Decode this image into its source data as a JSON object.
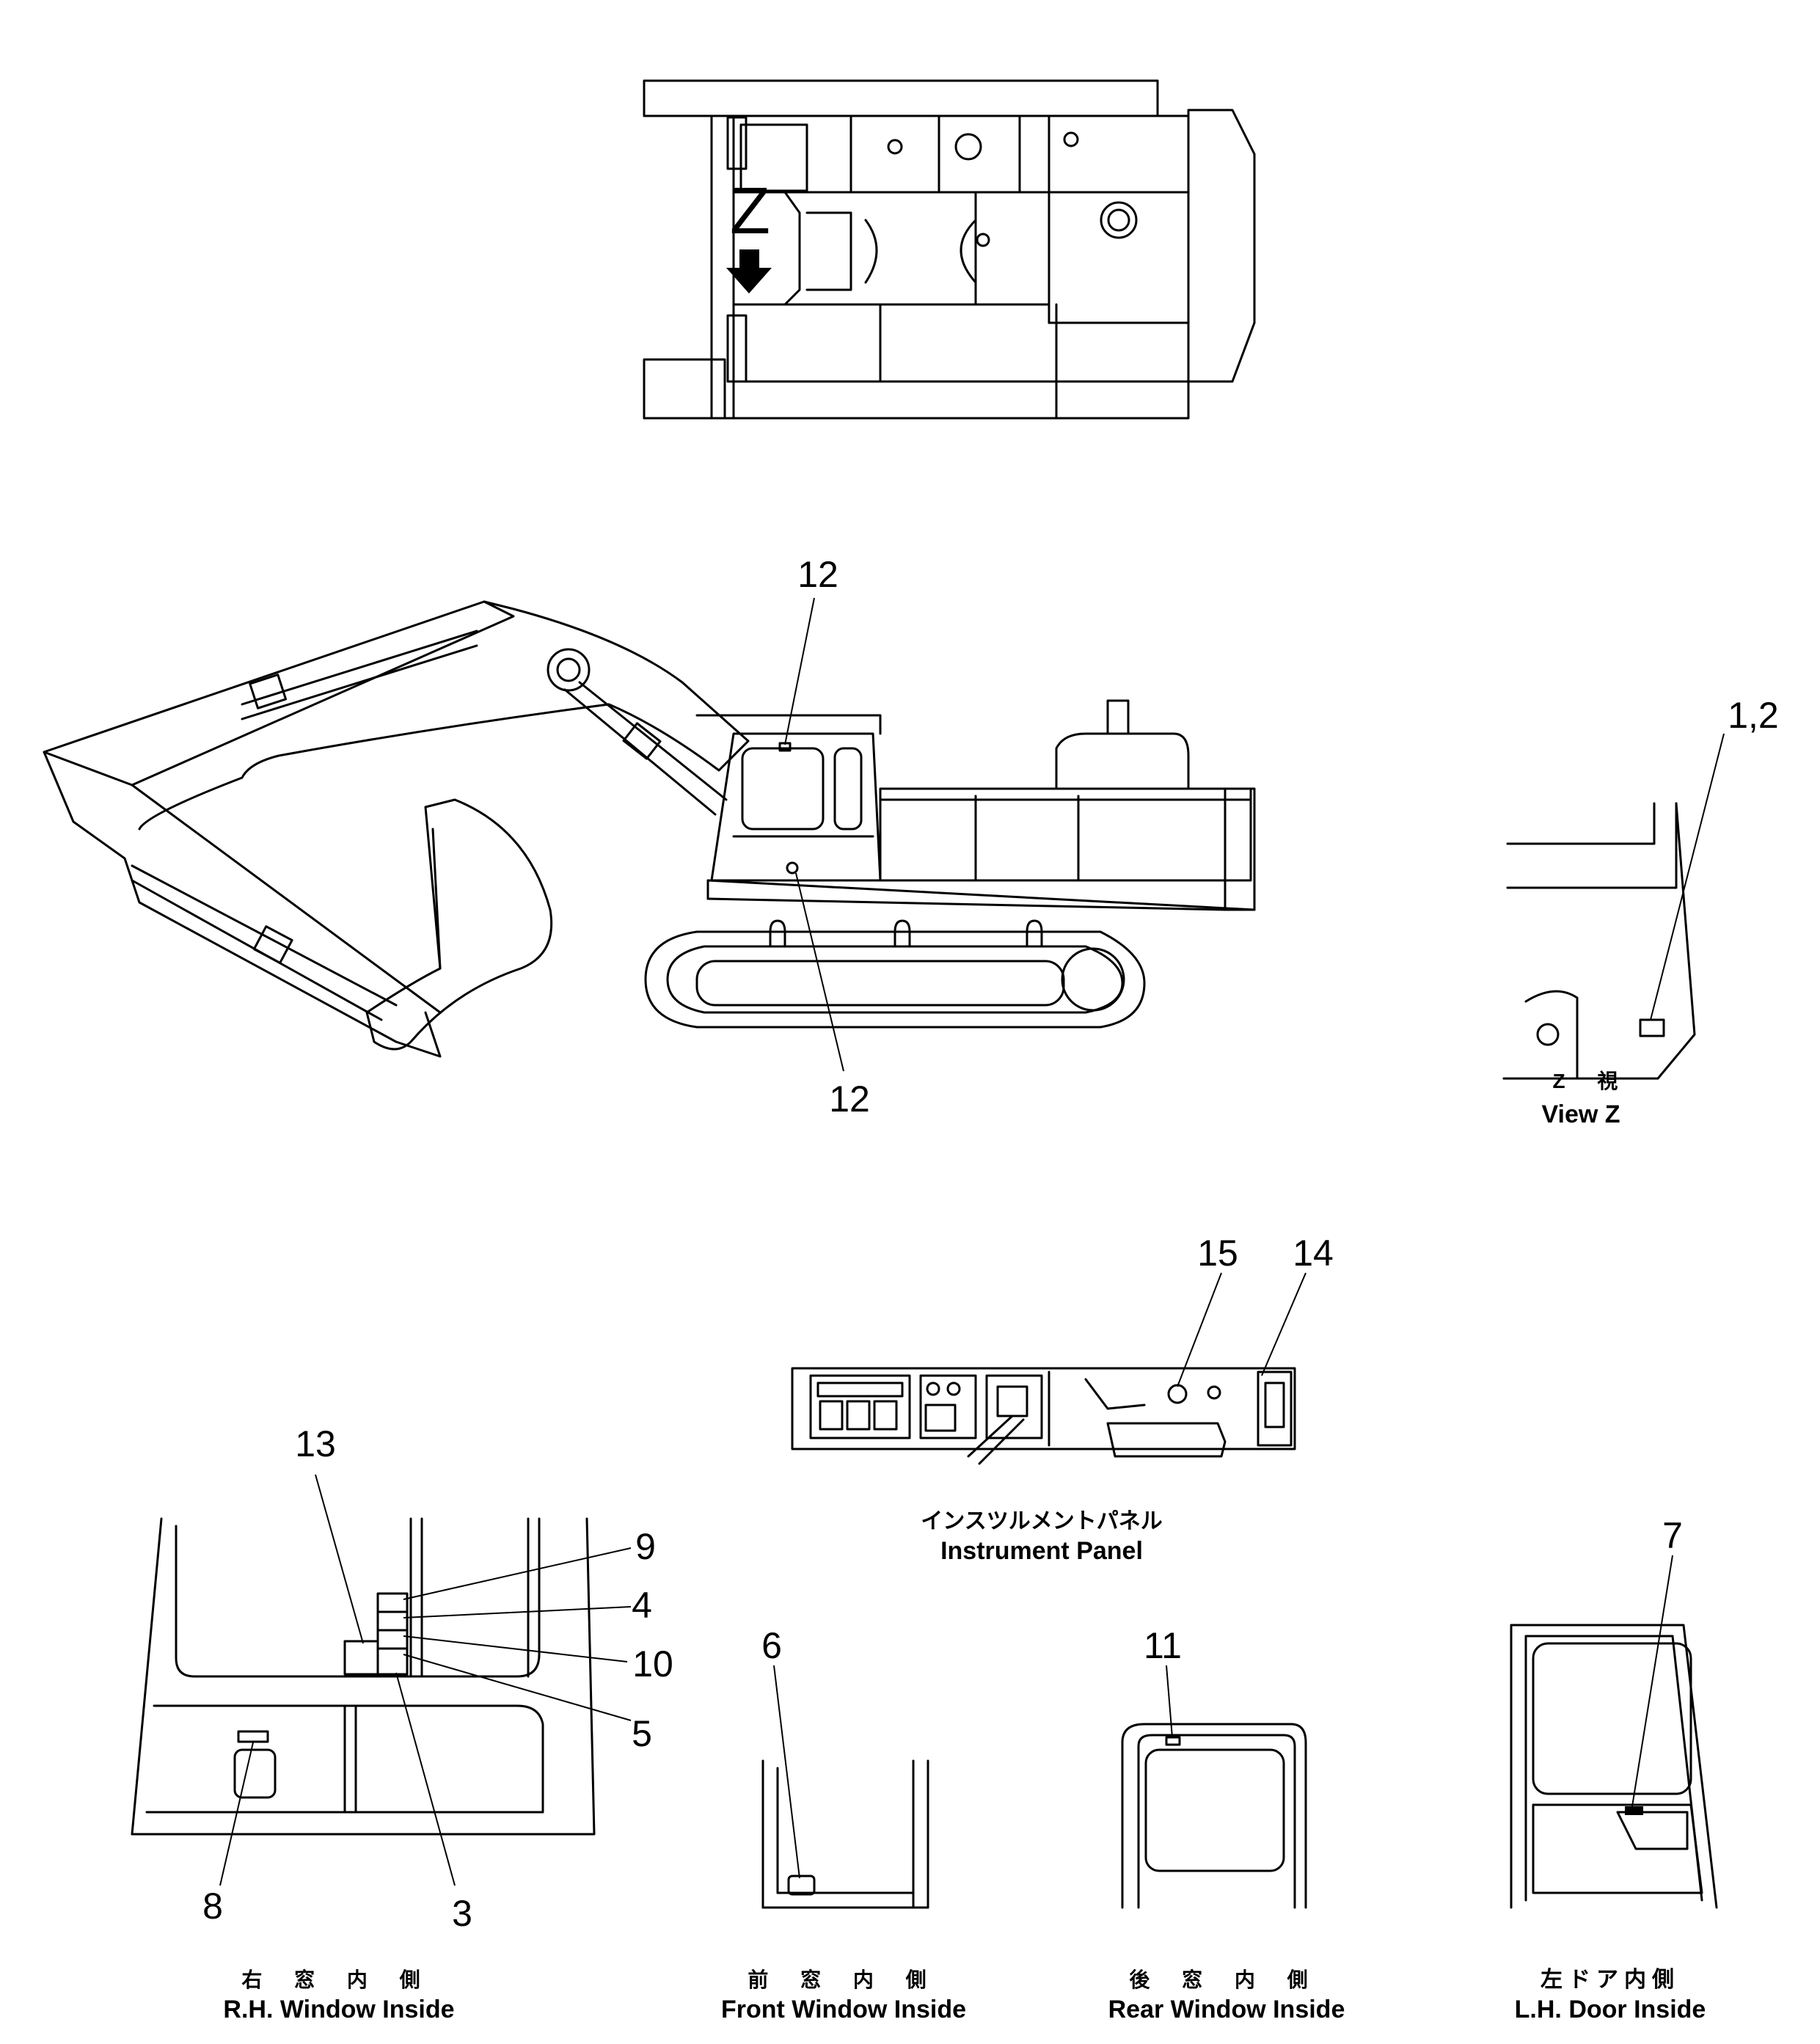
{
  "top_view": {
    "view_letter": "Z"
  },
  "side_view": {
    "callout_cab_window": "12",
    "callout_cab_lower": "12"
  },
  "view_z": {
    "callout": "1,2",
    "caption_jp": "Z 視",
    "caption_en": "View Z"
  },
  "instrument_panel": {
    "callout_15": "15",
    "callout_14": "14",
    "caption_jp": "インスツルメントパネル",
    "caption_en": "Instrument  Panel"
  },
  "rh_window": {
    "callouts": {
      "c13": "13",
      "c9": "9",
      "c4": "4",
      "c10": "10",
      "c5": "5",
      "c8": "8",
      "c3": "3"
    },
    "caption_jp": "右 窓 内 側",
    "caption_en": "R.H.  Window  Inside"
  },
  "front_window": {
    "callout": "6",
    "caption_jp": "前 窓 内 側",
    "caption_en": "Front  Window  Inside"
  },
  "rear_window": {
    "callout": "11",
    "caption_jp": "後 窓 内 側",
    "caption_en": "Rear  Window  Inside"
  },
  "lh_door": {
    "callout": "7",
    "caption_jp": "左ドア内側",
    "caption_en": "L.H.  Door  Inside"
  }
}
